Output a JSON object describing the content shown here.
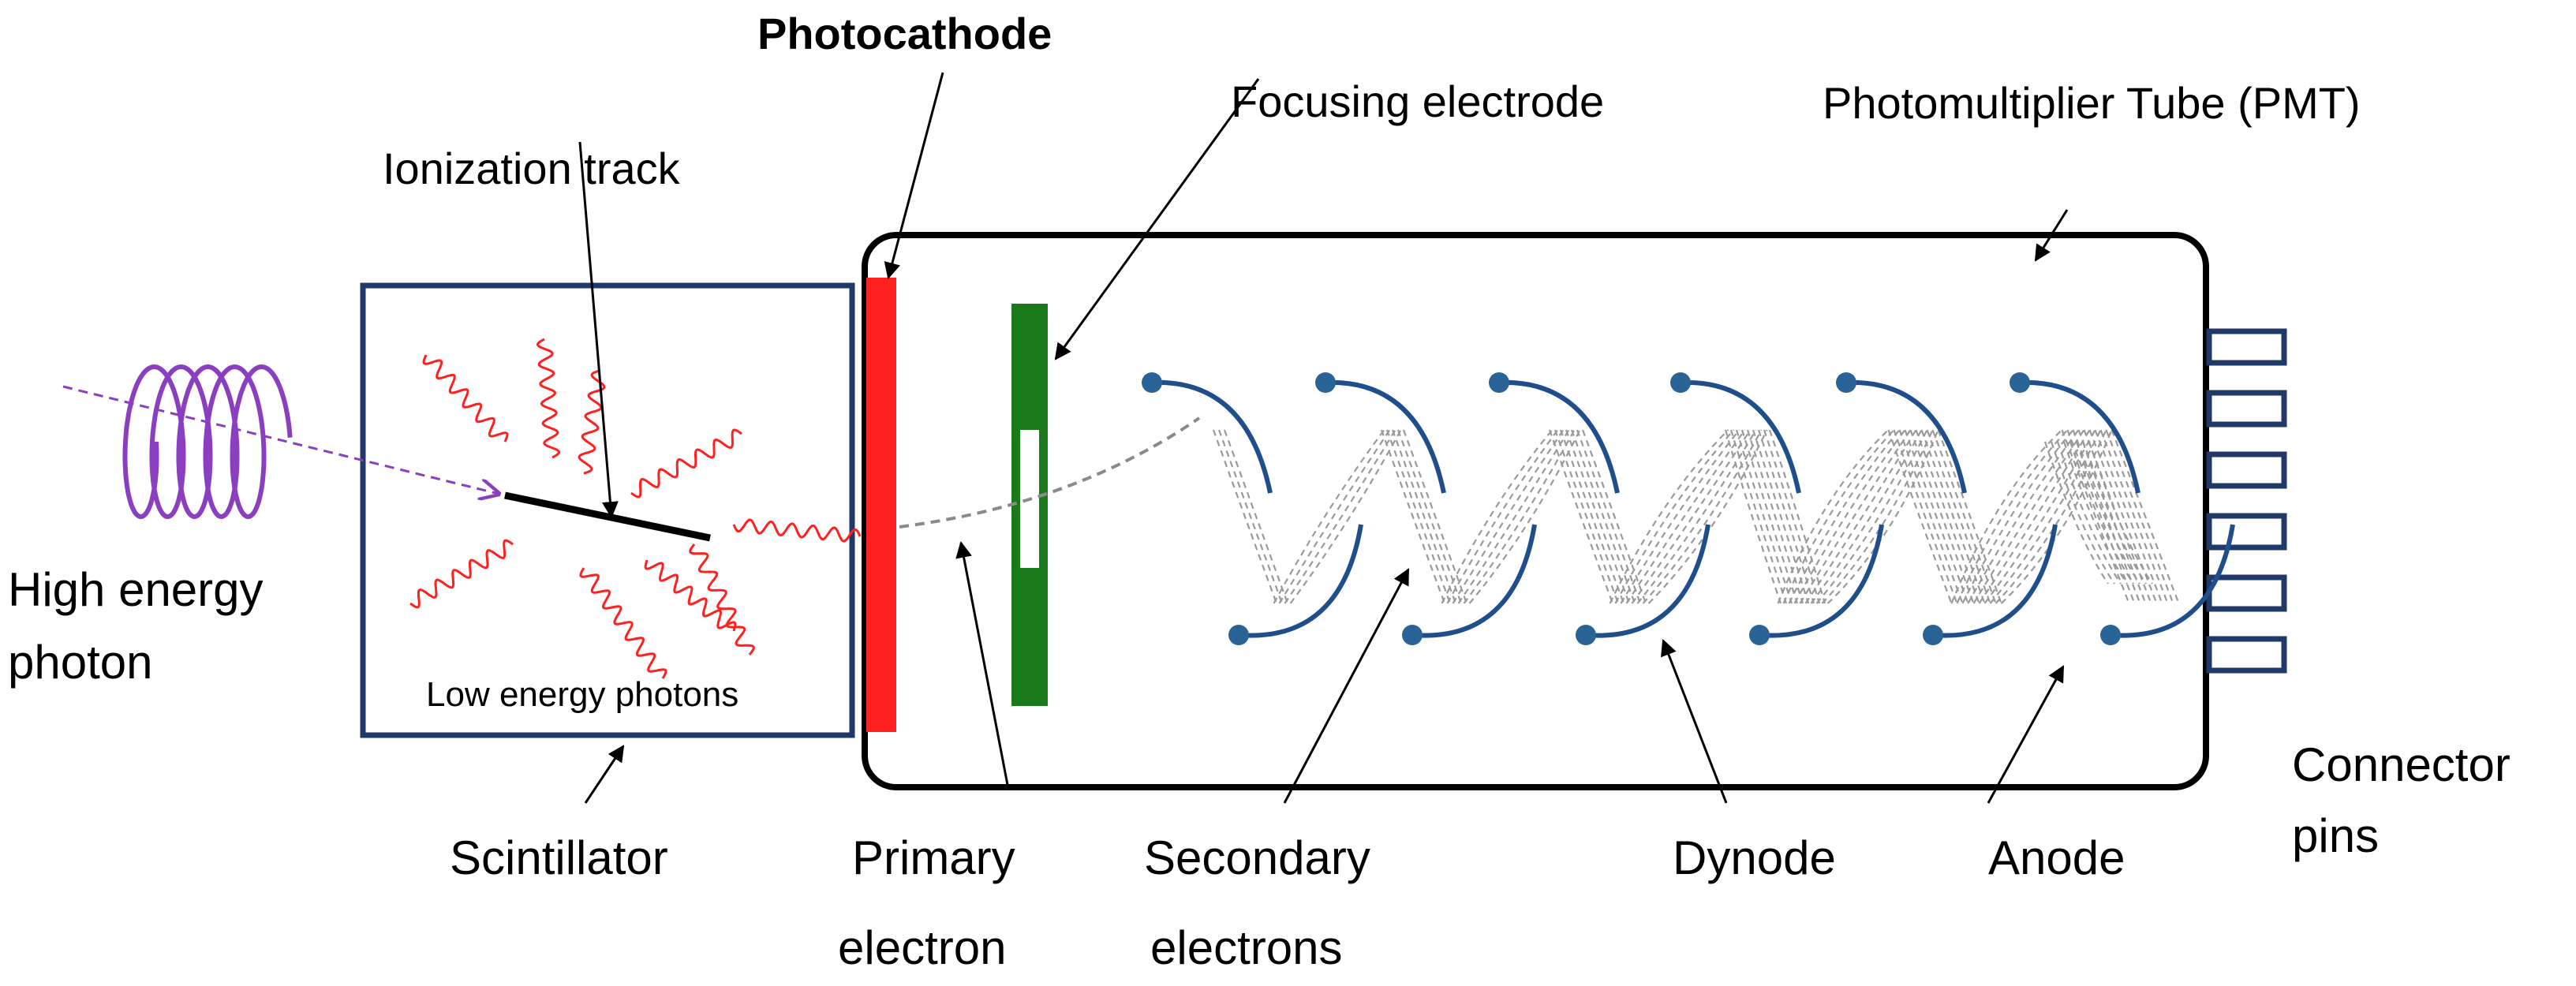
{
  "labels": {
    "photocathode": "Photocathode",
    "focusing_electrode": "Focusing electrode",
    "pmt": "Photomultiplier Tube (PMT)",
    "ionization_track": "Ionization track",
    "high_energy_line1": "High energy",
    "high_energy_line2": "photon",
    "low_energy_photons": "Low energy photons",
    "scintillator": "Scintillator",
    "primary_line1": "Primary",
    "primary_line2": "electron",
    "secondary_line1": "Secondary",
    "secondary_line2": "electrons",
    "dynode": "Dynode",
    "anode": "Anode",
    "connector_line1": "Connector",
    "connector_line2": "pins"
  },
  "colors": {
    "scintillator_border": "#1f3a68",
    "pmt_border": "#000000",
    "photocathode": "#ff2020",
    "focusing_electrode": "#1a7a1a",
    "gamma_wave": "#8a3fc0",
    "light_wave": "#ff2020",
    "dynode": "#1f4e8a",
    "dynode_dot": "#2a6496",
    "electron_path": "#9a9a9a",
    "connector_pin": "#1f3a68"
  }
}
